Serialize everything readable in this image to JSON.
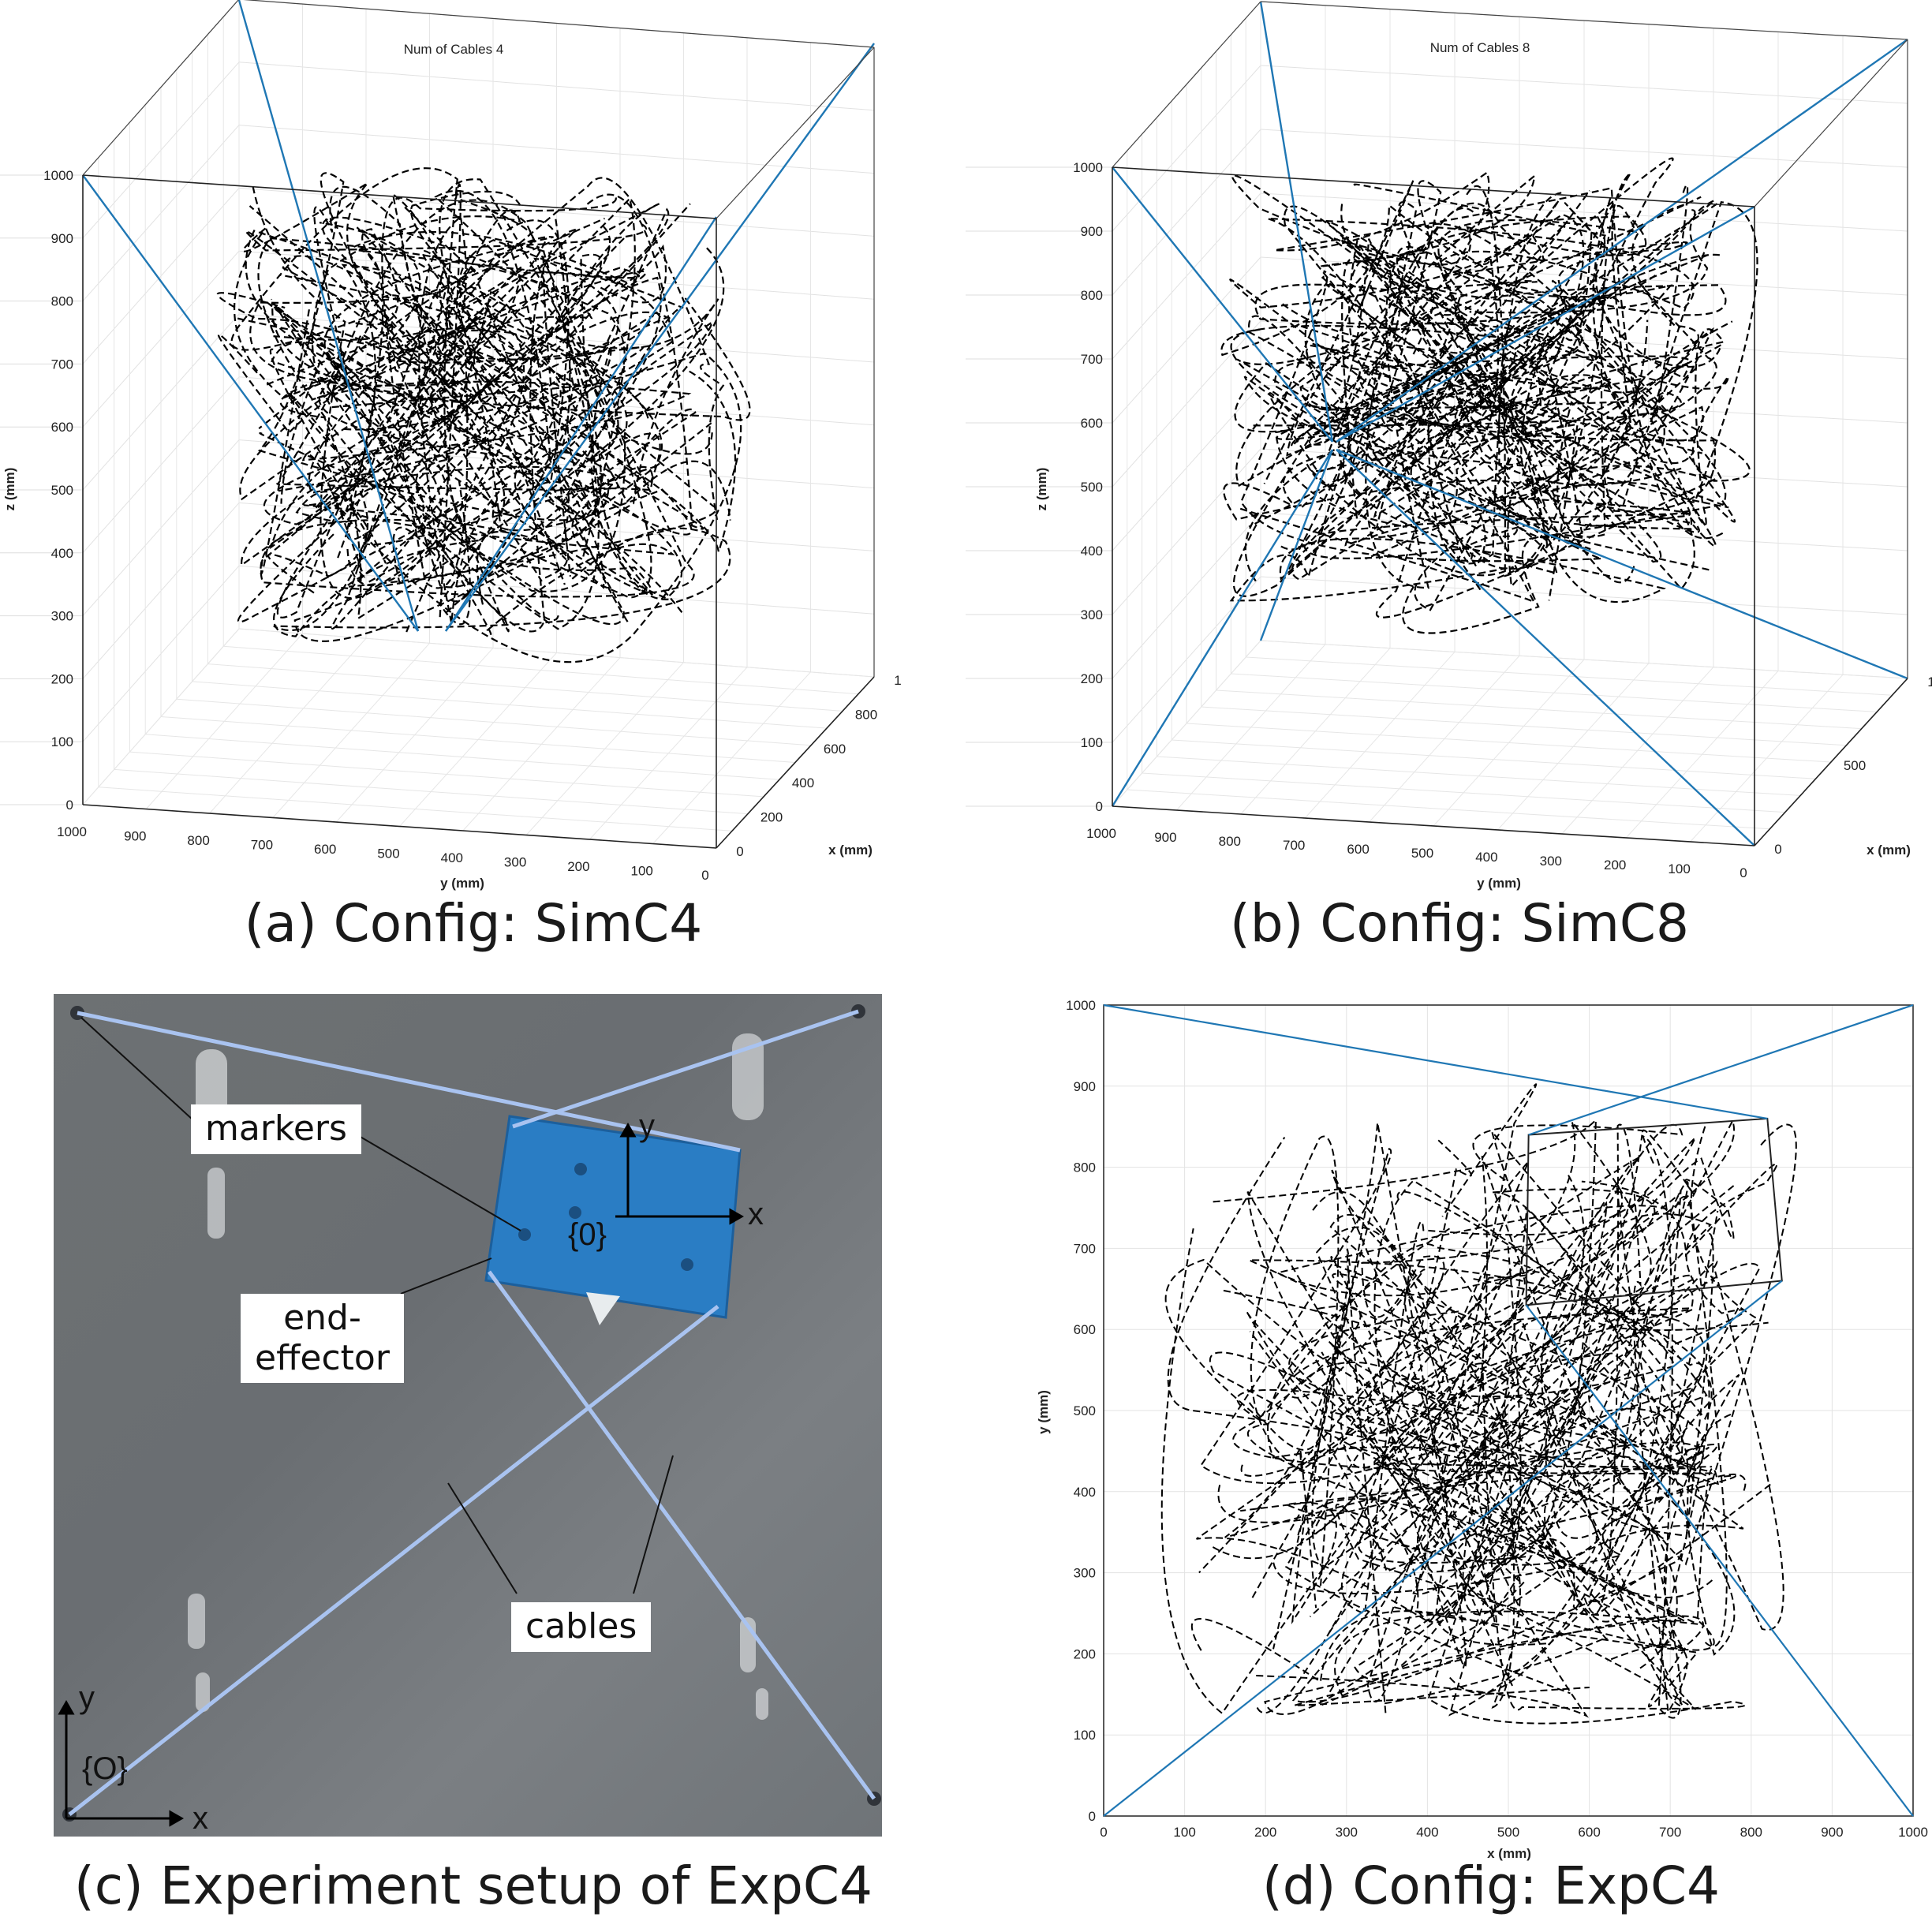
{
  "figure": {
    "colors": {
      "cable": "#1f77b4",
      "trajectory": "#000000",
      "photo_cable": "#a9c3f0",
      "end_effector": "#2a7dc4"
    },
    "panels": [
      {
        "id": "a",
        "caption": "(a) Config: SimC4",
        "chart_data": {
          "type": "line3d",
          "title": "Num of Cables 4",
          "xlabel": "x (mm)",
          "ylabel": "y (mm)",
          "zlabel": "z (mm)",
          "z_ticks": [
            "0",
            "100",
            "200",
            "300",
            "400",
            "500",
            "600",
            "700",
            "800",
            "900",
            "1000"
          ],
          "y_ticks": [
            "1000",
            "900",
            "800",
            "700",
            "600",
            "500",
            "400",
            "300",
            "200",
            "100",
            "0"
          ],
          "x_ticks": [
            "0",
            "200",
            "400",
            "600",
            "800",
            "1"
          ],
          "zlim": [
            0,
            1000
          ],
          "ylim": [
            0,
            1000
          ],
          "xlim": [
            0,
            1000
          ],
          "grid": true,
          "series": [
            {
              "style": "dashed black",
              "values": "random-walk trajectories inside workspace"
            },
            {
              "style": "solid blue",
              "values": "4 cables to corners"
            }
          ]
        }
      },
      {
        "id": "b",
        "caption": "(b) Config: SimC8",
        "chart_data": {
          "type": "line3d",
          "title": "Num of Cables 8",
          "xlabel": "x (mm)",
          "ylabel": "y (mm)",
          "zlabel": "z (mm)",
          "z_ticks": [
            "0",
            "100",
            "200",
            "300",
            "400",
            "500",
            "600",
            "700",
            "800",
            "900",
            "1000"
          ],
          "y_ticks": [
            "1000",
            "900",
            "800",
            "700",
            "600",
            "500",
            "400",
            "300",
            "200",
            "100",
            "0"
          ],
          "x_ticks": [
            "0",
            "500",
            "1"
          ],
          "zlim": [
            0,
            1000
          ],
          "ylim": [
            0,
            1000
          ],
          "xlim": [
            0,
            1000
          ],
          "grid": true,
          "series": [
            {
              "style": "dashed black",
              "values": "random-walk trajectories inside workspace"
            },
            {
              "style": "solid blue",
              "values": "8 cables to corners"
            }
          ]
        }
      },
      {
        "id": "c",
        "caption": "(c) Experiment setup of ExpC4",
        "labels": {
          "markers": "markers",
          "end_effector_1": "end-",
          "end_effector_2": "effector",
          "cables": "cables",
          "frame_local": "{0}",
          "frame_origin": "{O}",
          "axis_x": "x",
          "axis_y": "y"
        }
      },
      {
        "id": "d",
        "caption": "(d) Config: ExpC4",
        "chart_data": {
          "type": "line",
          "xlabel": "x (mm)",
          "ylabel": "y (mm)",
          "x_ticks": [
            "0",
            "100",
            "200",
            "300",
            "400",
            "500",
            "600",
            "700",
            "800",
            "900",
            "1000"
          ],
          "y_ticks": [
            "0",
            "100",
            "200",
            "300",
            "400",
            "500",
            "600",
            "700",
            "800",
            "900",
            "1000"
          ],
          "xlim": [
            0,
            1000
          ],
          "ylim": [
            0,
            1000
          ],
          "grid": true,
          "series": [
            {
              "style": "dashed black",
              "values": "random-walk trajectories"
            },
            {
              "style": "solid blue",
              "values": "4 cables from corners to end-effector"
            }
          ]
        }
      }
    ]
  }
}
